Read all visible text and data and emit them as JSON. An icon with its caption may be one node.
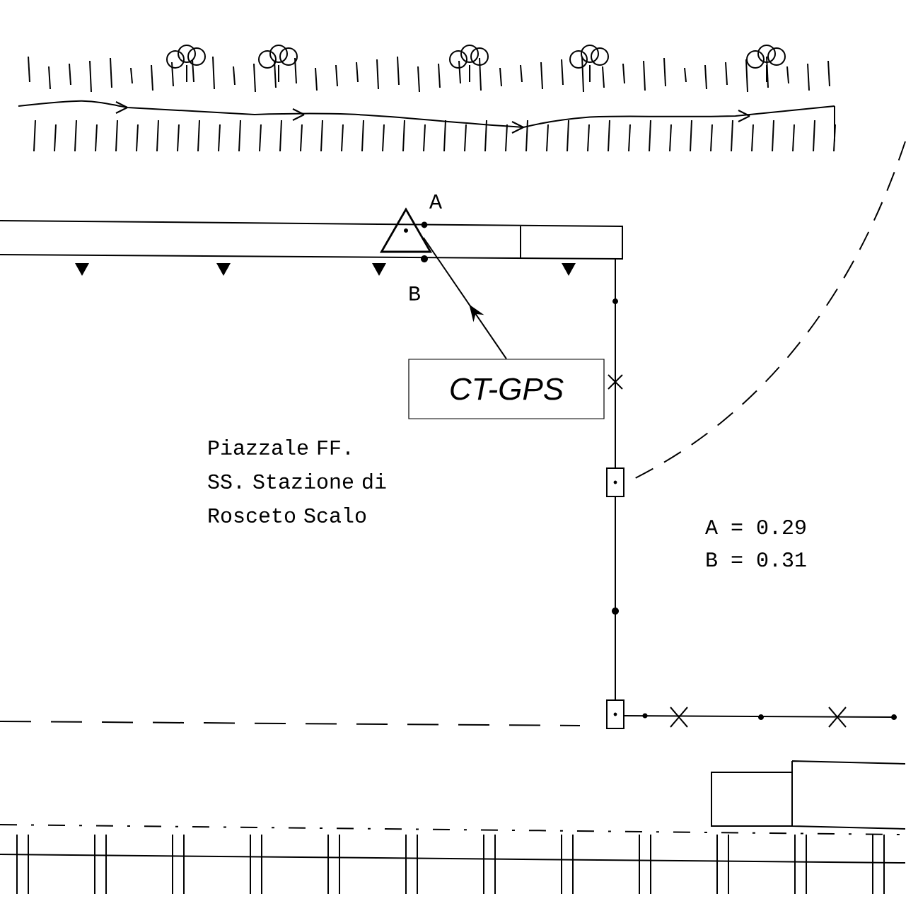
{
  "diagram": {
    "nodes": [
      {
        "text": [
          "CT-GPS"
        ]
      },
      {
        "text": [],
        "shape": "triangle"
      }
    ],
    "edges": [
      {
        "from": 0,
        "to": 1,
        "arrow": "to"
      }
    ],
    "labels": [
      "A",
      "B",
      "Piazzale FF. SS. Stazione di Rosceto Scalo",
      "A = 0.29",
      "B = 0.31"
    ]
  }
}
